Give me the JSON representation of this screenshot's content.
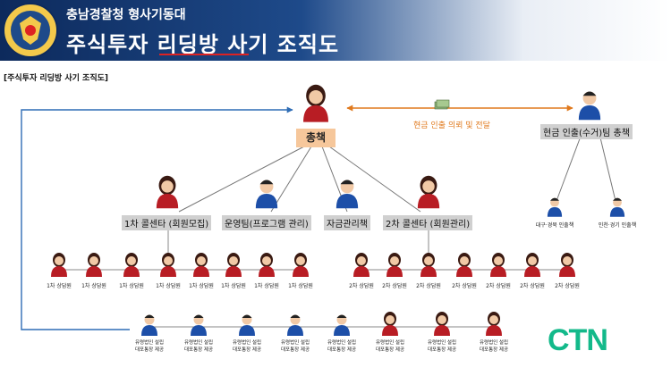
{
  "header": {
    "org": "충남경찰청 형사기동대",
    "title": "주식투자 리딩방 사기 조직도"
  },
  "section_label": "[주식투자 리딩방 사기 조직도]",
  "boss": "총책",
  "transfer_label": "현금 인출 의뢰 및 전달",
  "cash_team": "현금 인출(수거)팀 총책",
  "collectors": [
    "대구·경북 인출책",
    "인천·경기 인출책"
  ],
  "mid": {
    "call1": "1차 콜센타 (회원모집)",
    "ops": "운영팀(프로그램 관리)",
    "funds": "자금관리책",
    "call2": "2차 콜센타 (회원관리)"
  },
  "counselors1": [
    "1차 상담원",
    "1차 상담원",
    "1차 상담원",
    "1차 상담원",
    "1차 상담원",
    "1차 상담원",
    "1차 상담원",
    "1차 상담원"
  ],
  "counselors2": [
    "2차 상담원",
    "2차 상담원",
    "2차 상담원",
    "2차 상담원",
    "2차 상담원",
    "2차 상담원",
    "2차 상담원"
  ],
  "shells": [
    {
      "l1": "유령법인 설립",
      "l2": "대포통장 제공"
    },
    {
      "l1": "유령법인 설립",
      "l2": "대포통장 제공"
    },
    {
      "l1": "유령법인 설립",
      "l2": "대포통장 제공"
    },
    {
      "l1": "유령법인 설립",
      "l2": "대포통장 제공"
    },
    {
      "l1": "유령법인 설립",
      "l2": "대포통장 제공"
    },
    {
      "l1": "유령법인 설립",
      "l2": "대포통장 제공"
    },
    {
      "l1": "유령법인 설립",
      "l2": "대포통장 제공"
    },
    {
      "l1": "유령법인 설립",
      "l2": "대포통장 제공"
    }
  ],
  "watermark": "CTN",
  "colors": {
    "female_shirt": "#b81d24",
    "male_shirt": "#1d4fa8",
    "accent_arrow": "#e0791d",
    "bracket_line": "#2f6db5",
    "watermark": "#13b98a"
  }
}
